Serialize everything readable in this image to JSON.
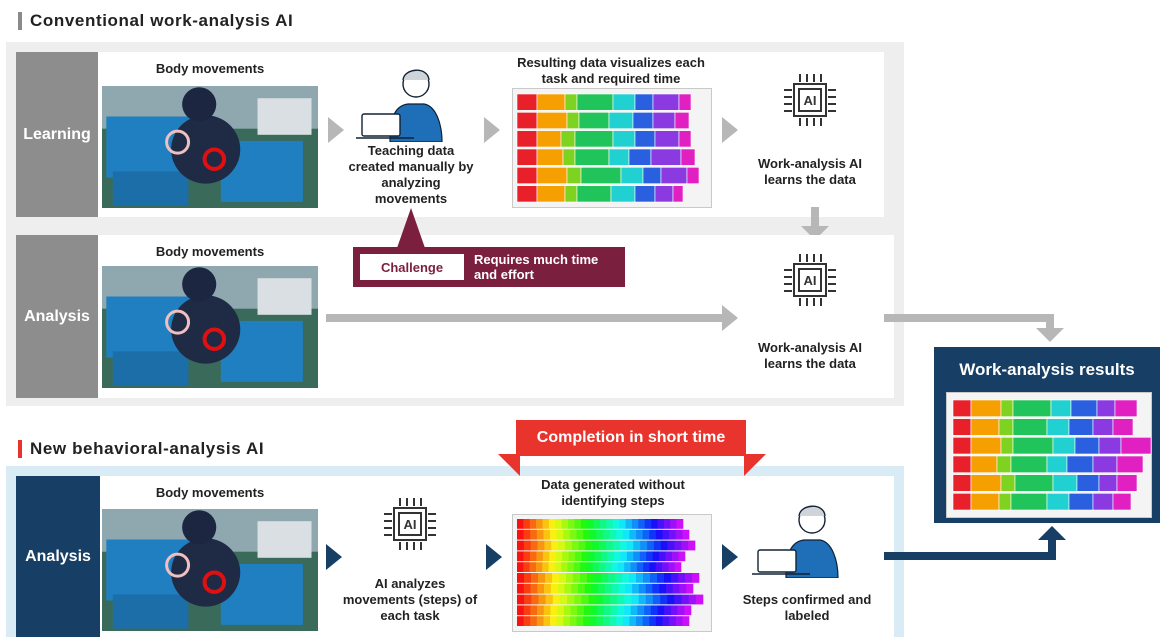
{
  "conventional": {
    "title": "Conventional work-analysis AI",
    "learning": {
      "label": "Learning",
      "body_movements": "Body movements",
      "teaching_data": "Teaching data created manually by analyzing movements",
      "resulting_data": "Resulting data visualizes each task and required time",
      "ai_caption": "Work-analysis AI learns the data"
    },
    "analysis": {
      "label": "Analysis",
      "body_movements": "Body movements",
      "ai_caption": "Work-analysis AI learns the data"
    },
    "challenge": {
      "tag": "Challenge",
      "text": "Requires much time and effort"
    }
  },
  "new_ai": {
    "title": "New behavioral-analysis AI",
    "banner": "Completion in short time",
    "analysis": {
      "label": "Analysis",
      "body_movements": "Body movements",
      "ai_caption": "AI analyzes movements (steps) of each task",
      "data_caption": "Data generated without identifying steps",
      "steps_caption": "Steps confirmed and labeled"
    }
  },
  "results": {
    "title": "Work-analysis results"
  },
  "icons": {
    "ai_chip": "ai-chip-icon",
    "worker": "worker-at-laptop-icon",
    "photo": "factory-worker-photo"
  },
  "colors": {
    "conventional_accent": "#8a8a8a",
    "new_accent": "#e8342d",
    "navy": "#173e64",
    "challenge": "#7b1f3f",
    "banner": "#e8342d"
  }
}
